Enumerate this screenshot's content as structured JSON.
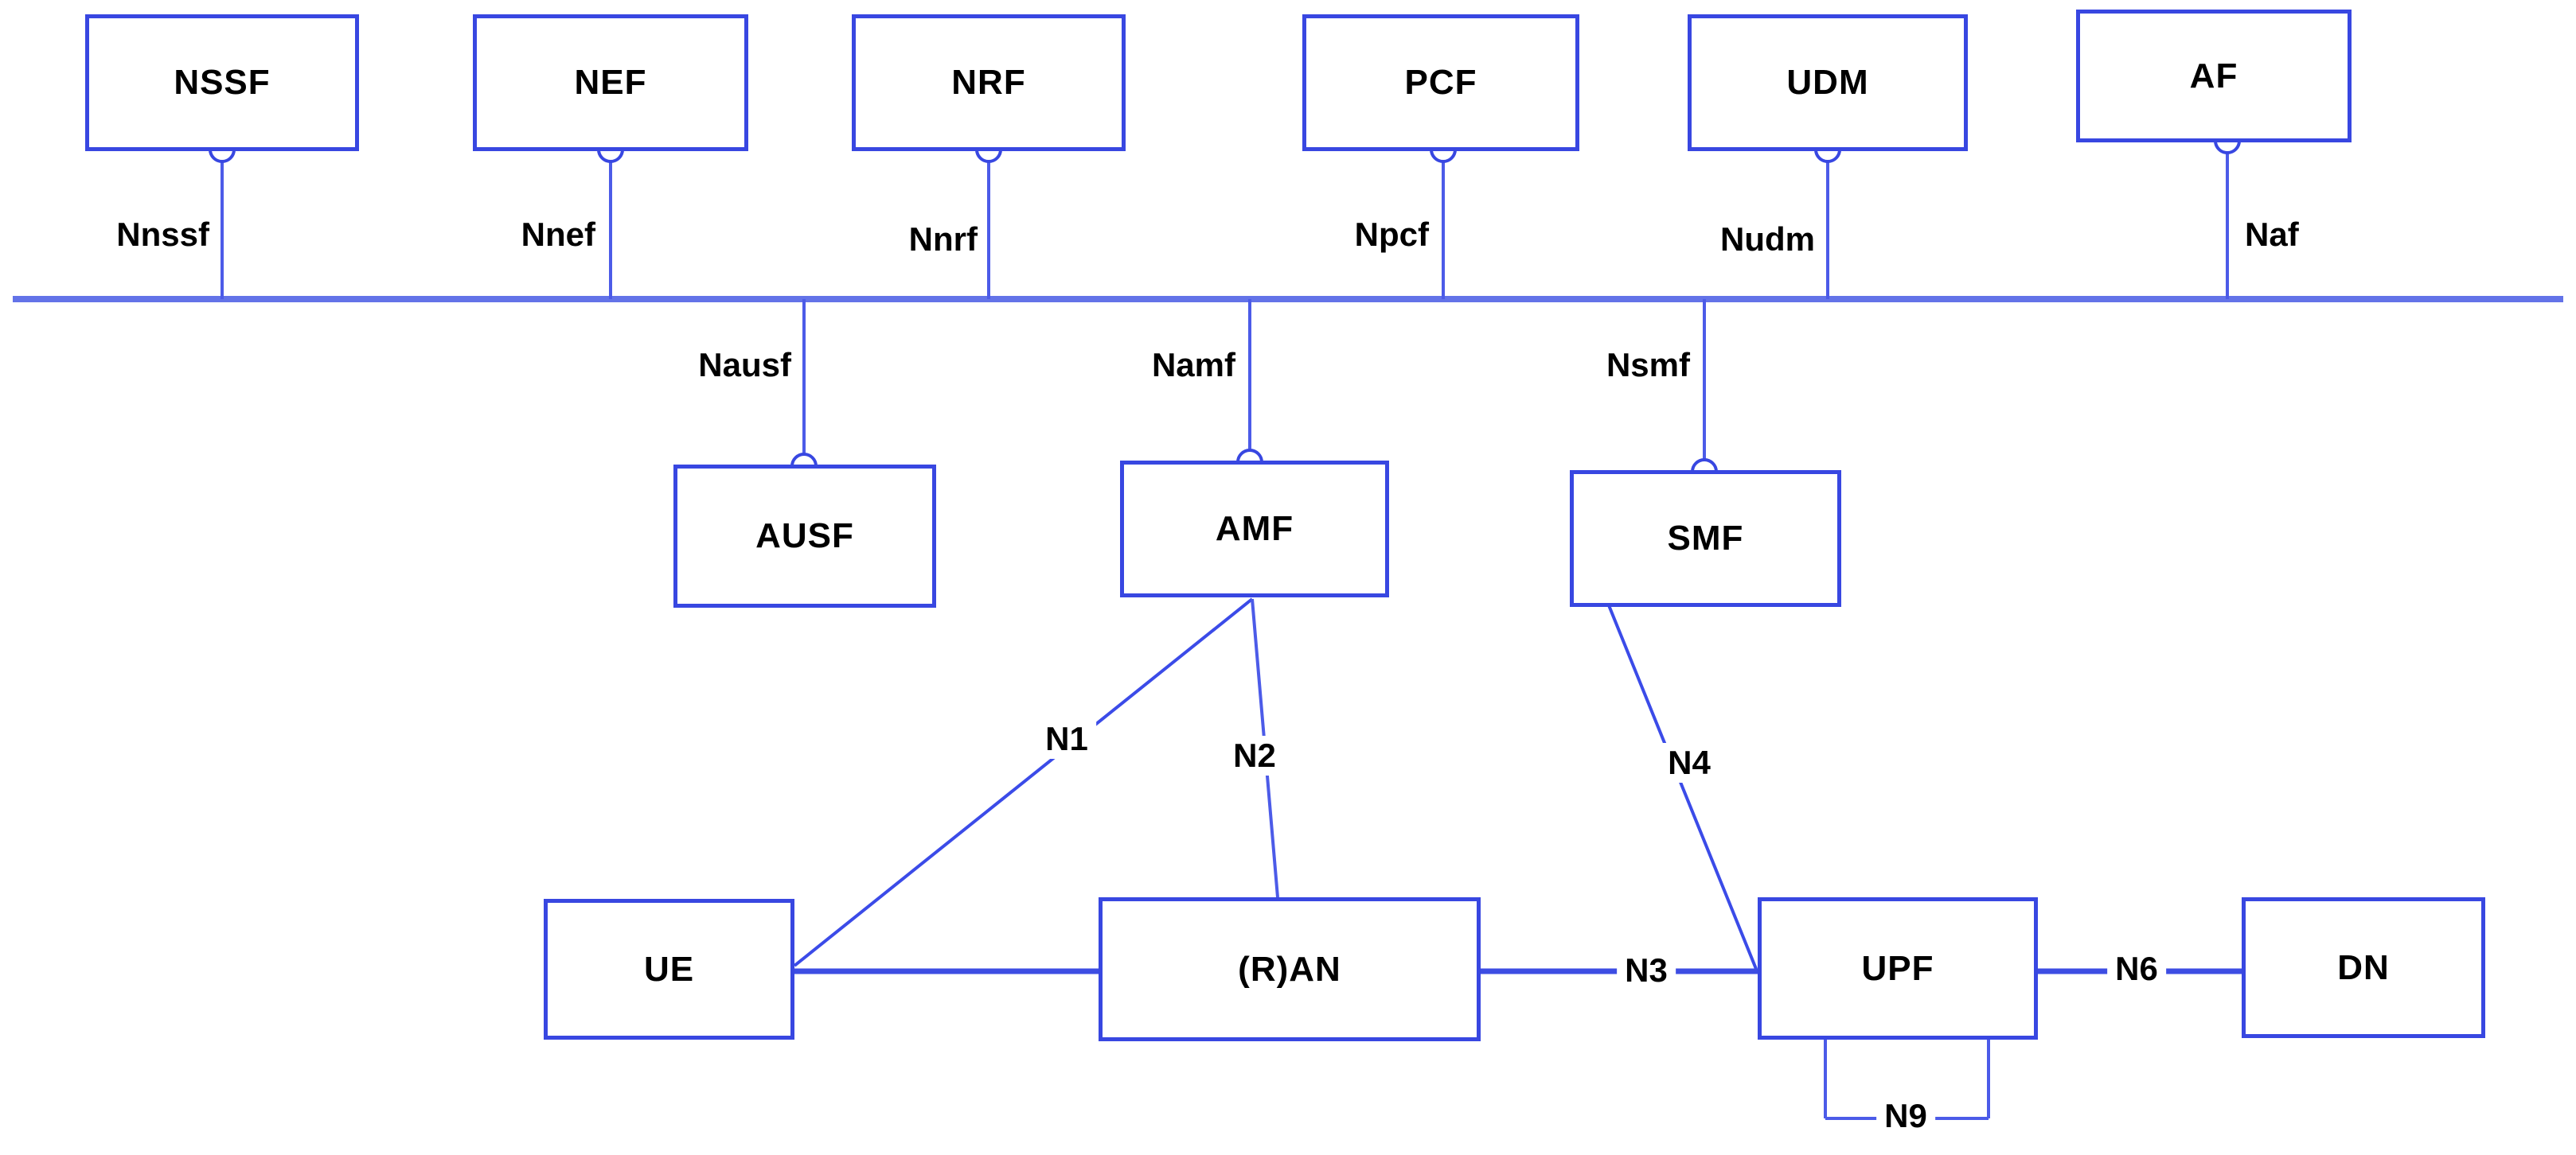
{
  "diagram_type": "5G core network architecture",
  "colors": {
    "background": "#ffffff",
    "box_border": "#3847e1",
    "bus_line": "#6373e8",
    "connector_line": "#4c5be8",
    "thick_link_line": "#3d4de3",
    "label_text": "#000000"
  },
  "sba_row": {
    "nodes": [
      {
        "label": "NSSF",
        "interface": "Nnssf"
      },
      {
        "label": "NEF",
        "interface": "Nnef"
      },
      {
        "label": "NRF",
        "interface": "Nnrf"
      },
      {
        "label": "PCF",
        "interface": "Npcf"
      },
      {
        "label": "UDM",
        "interface": "Nudm"
      },
      {
        "label": "AF",
        "interface": "Naf"
      }
    ]
  },
  "core_row": {
    "nodes": [
      {
        "label": "AUSF",
        "interface": "Nausf"
      },
      {
        "label": "AMF",
        "interface": "Namf"
      },
      {
        "label": "SMF",
        "interface": "Nsmf"
      }
    ]
  },
  "access_row": {
    "nodes": [
      {
        "label": "UE"
      },
      {
        "label": "(R)AN"
      },
      {
        "label": "UPF"
      },
      {
        "label": "DN"
      }
    ]
  },
  "reference_points": {
    "n1": "N1",
    "n2": "N2",
    "n3": "N3",
    "n4": "N4",
    "n6": "N6",
    "n9": "N9"
  }
}
